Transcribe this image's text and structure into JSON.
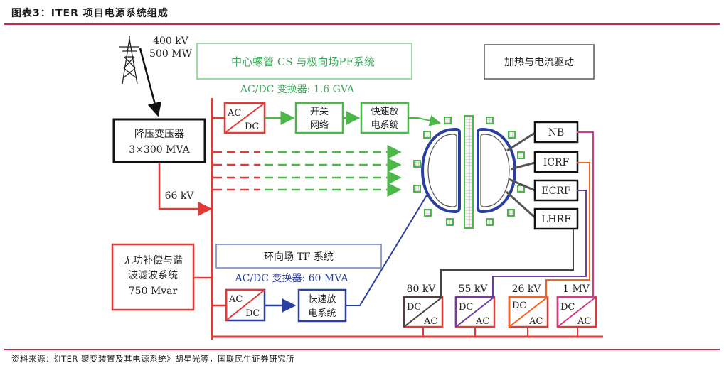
{
  "figure": {
    "title": "图表3：ITER 项目电源系统组成",
    "source": "资料来源：《ITER 聚变装置及其电源系统》胡星光等，国联民生证券研究所"
  },
  "colors": {
    "rule": "#c8264a",
    "ac_bus": "#e53935",
    "pf_green": "#4cb848",
    "tf_blue": "#2b3f9e",
    "heating_gray": "#444444",
    "nb_magenta": "#d63a8c",
    "icrf_orange": "#f26522",
    "ecrf_purple": "#6b3fa0"
  },
  "grid": {
    "supply_voltage": "400 kV",
    "supply_power": "500 MW",
    "step_down_transformer": [
      "降压变压器",
      "3×300 MVA"
    ],
    "bus_voltage": "66 kV",
    "reactive_compensation": [
      "无功补偿与谐",
      "波滤波系统",
      "750 Mvar"
    ]
  },
  "pf_system": {
    "title": "中心螺管 CS 与极向场PF系统",
    "converter_rating": "AC/DC 变换器: 1.6 GVA",
    "converter": {
      "in": "AC",
      "out": "DC"
    },
    "switch_network": [
      "开关",
      "网络"
    ],
    "fast_discharge": [
      "快速放",
      "电系统"
    ]
  },
  "tf_system": {
    "title": "环向场 TF 系统",
    "converter_rating": "AC/DC 变换器: 60 MVA",
    "converter": {
      "in": "AC",
      "out": "DC"
    },
    "fast_discharge": [
      "快速放",
      "电系统"
    ]
  },
  "heating": {
    "title": "加热与电流驱动",
    "systems": [
      "NB",
      "ICRF",
      "ECRF",
      "LHRF"
    ],
    "power_supplies": [
      {
        "voltage": "80 kV",
        "top": "DC",
        "bottom": "AC"
      },
      {
        "voltage": "55 kV",
        "top": "DC",
        "bottom": "AC"
      },
      {
        "voltage": "26 kV",
        "top": "DC",
        "bottom": "AC"
      },
      {
        "voltage": "1 MV",
        "top": "DC",
        "bottom": "AC"
      }
    ]
  }
}
